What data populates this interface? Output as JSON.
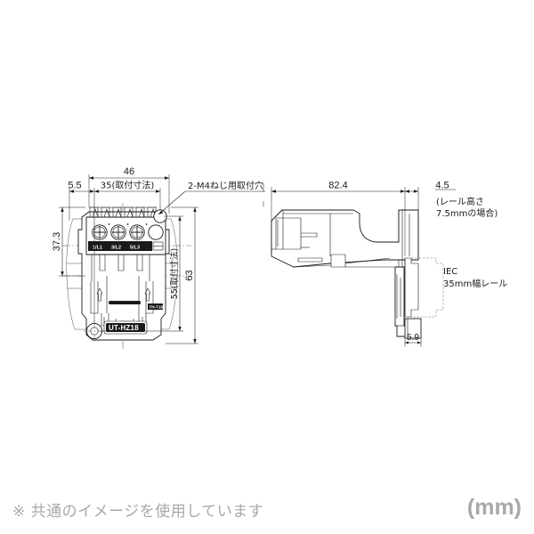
{
  "page": {
    "footnote": "※ 共通のイメージを使用しています",
    "unit": "(mm)",
    "background": "#ffffff",
    "line_color": "#1a1a1a",
    "muted_text_color": "#a8a8a8"
  },
  "front_view": {
    "name": "front-view",
    "part_label": "UT-HZ18",
    "secondary_label": "TH-T18",
    "terminal_marks": [
      "1/L1",
      "3/L2",
      "5/L3"
    ],
    "dimensions": {
      "overall_width": "46",
      "mounting_width": "35(取付寸法)",
      "left_offset": "5.5",
      "upper_height": "37.3",
      "overall_height": "63",
      "mounting_height": "55(取付寸法)"
    },
    "callout": "2-M4ねじ用取付穴"
  },
  "side_view": {
    "name": "side-view",
    "dimensions": {
      "depth": "82.4",
      "rail_offset": "4.5",
      "bottom_thickness": "5.9"
    },
    "notes": {
      "rail_height_line1": "(レール高さ",
      "rail_height_line2": "7.5mmの場合)",
      "iec_line1": "IEC",
      "iec_line2": "35mm幅レール"
    }
  }
}
